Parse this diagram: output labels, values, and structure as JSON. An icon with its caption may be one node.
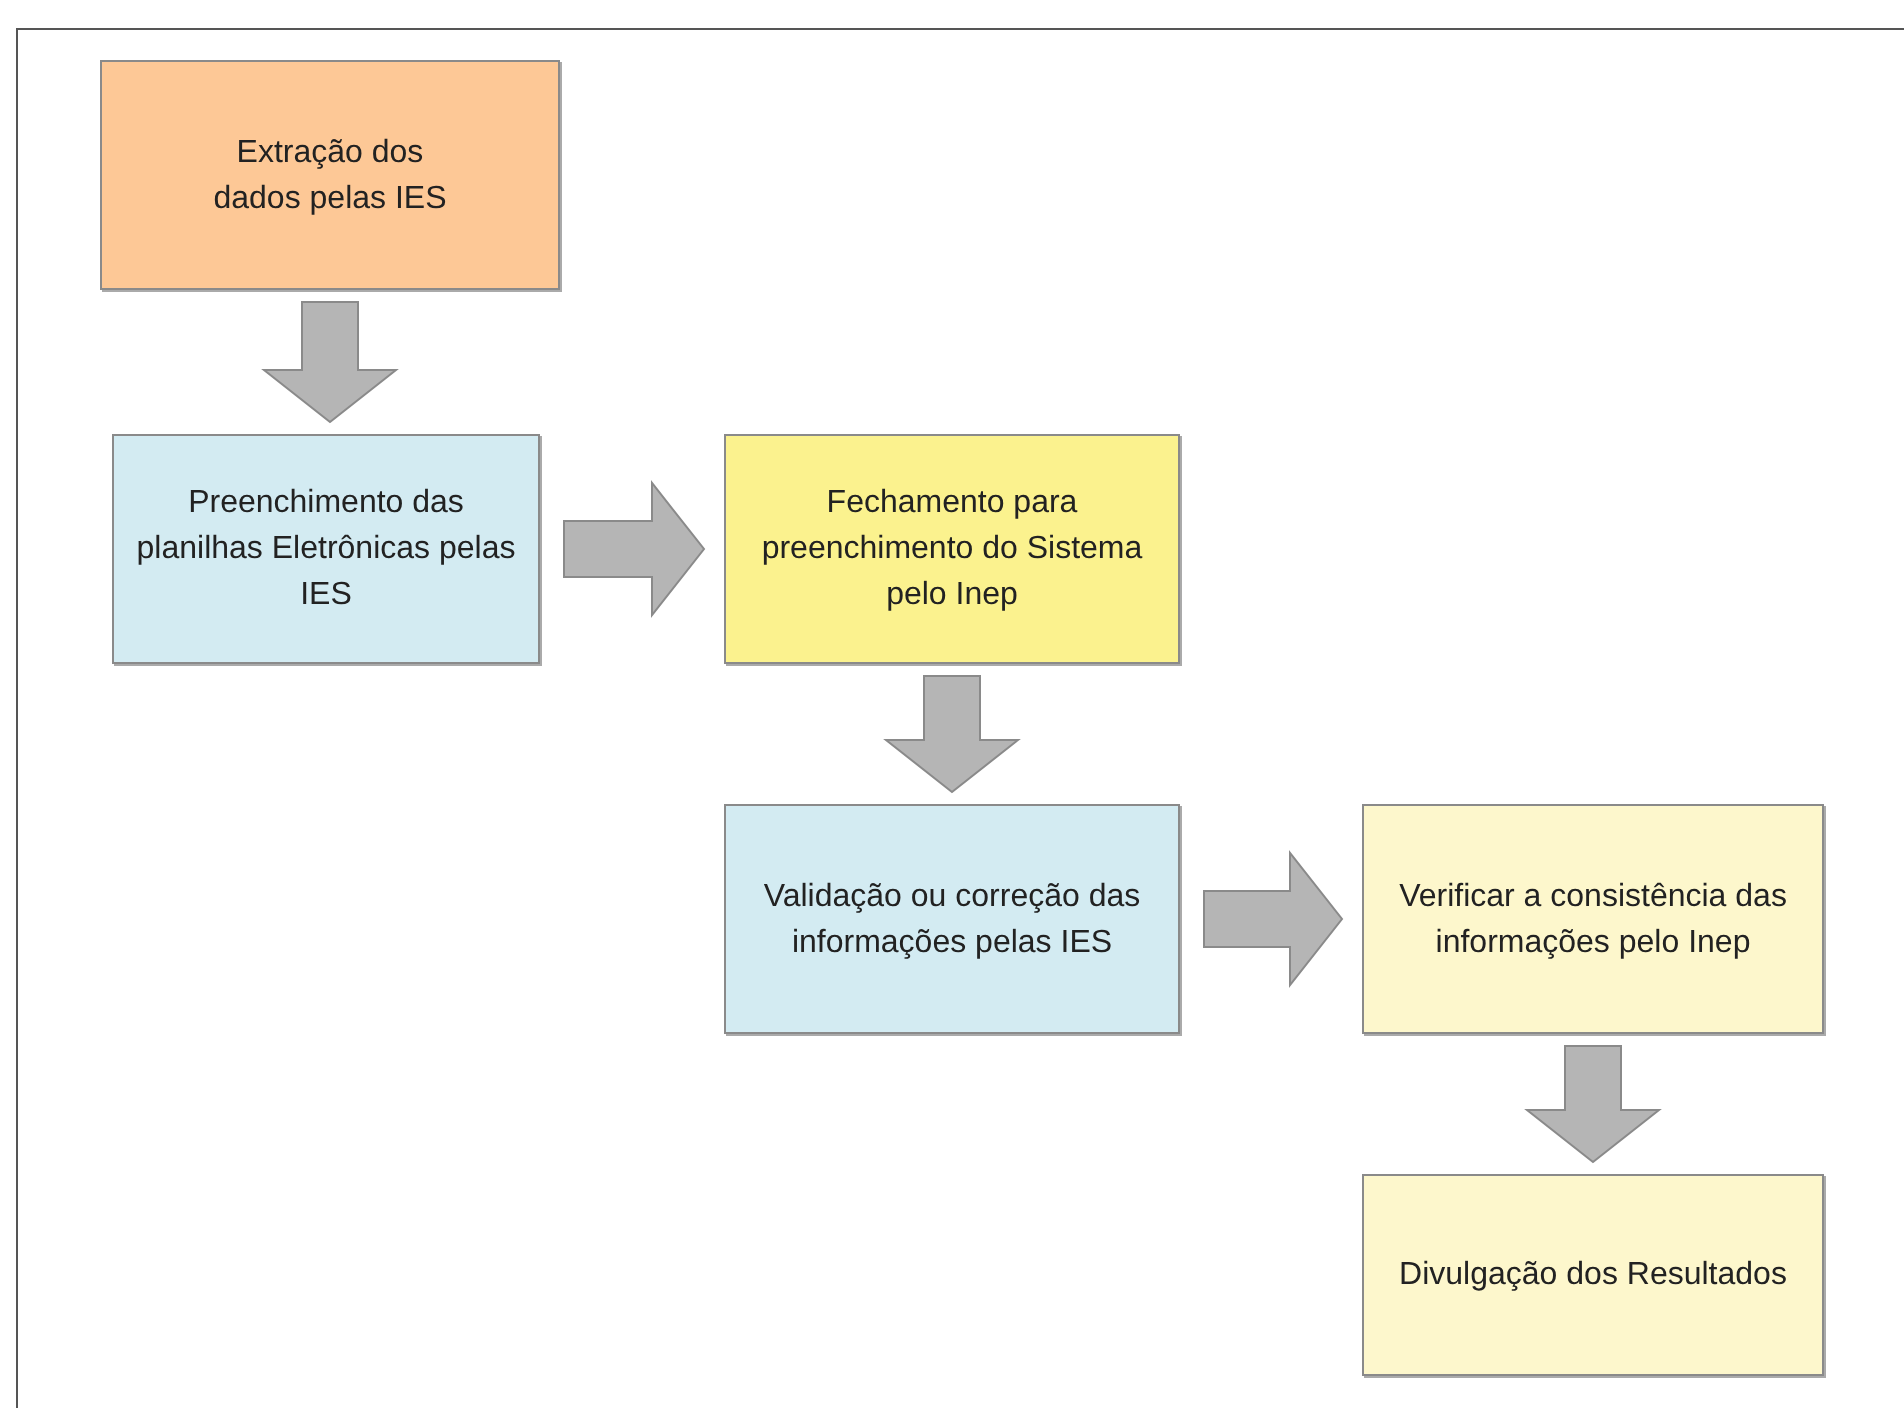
{
  "diagram": {
    "nodes": [
      {
        "text": [
          "Extração dos dados pelas IES"
        ]
      },
      {
        "text": [
          "Preenchimento das planilhas Eletrônicas pelas IES"
        ]
      },
      {
        "text": [
          "Fechamento para preenchimento do Sistema pelo Inep"
        ]
      },
      {
        "text": [
          "Validação ou correção das informações pelas IES"
        ]
      },
      {
        "text": [
          "Verificar a consistência das informações pelo Inep"
        ]
      },
      {
        "text": [
          "Divulgação dos Resultados"
        ]
      }
    ],
    "edges": [
      {
        "from": 0,
        "to": 1,
        "arrow": "to"
      },
      {
        "from": 1,
        "to": 2,
        "arrow": "to"
      },
      {
        "from": 2,
        "to": 3,
        "arrow": "to"
      },
      {
        "from": 3,
        "to": 4,
        "arrow": "to"
      },
      {
        "from": 4,
        "to": 5,
        "arrow": "to"
      }
    ]
  }
}
